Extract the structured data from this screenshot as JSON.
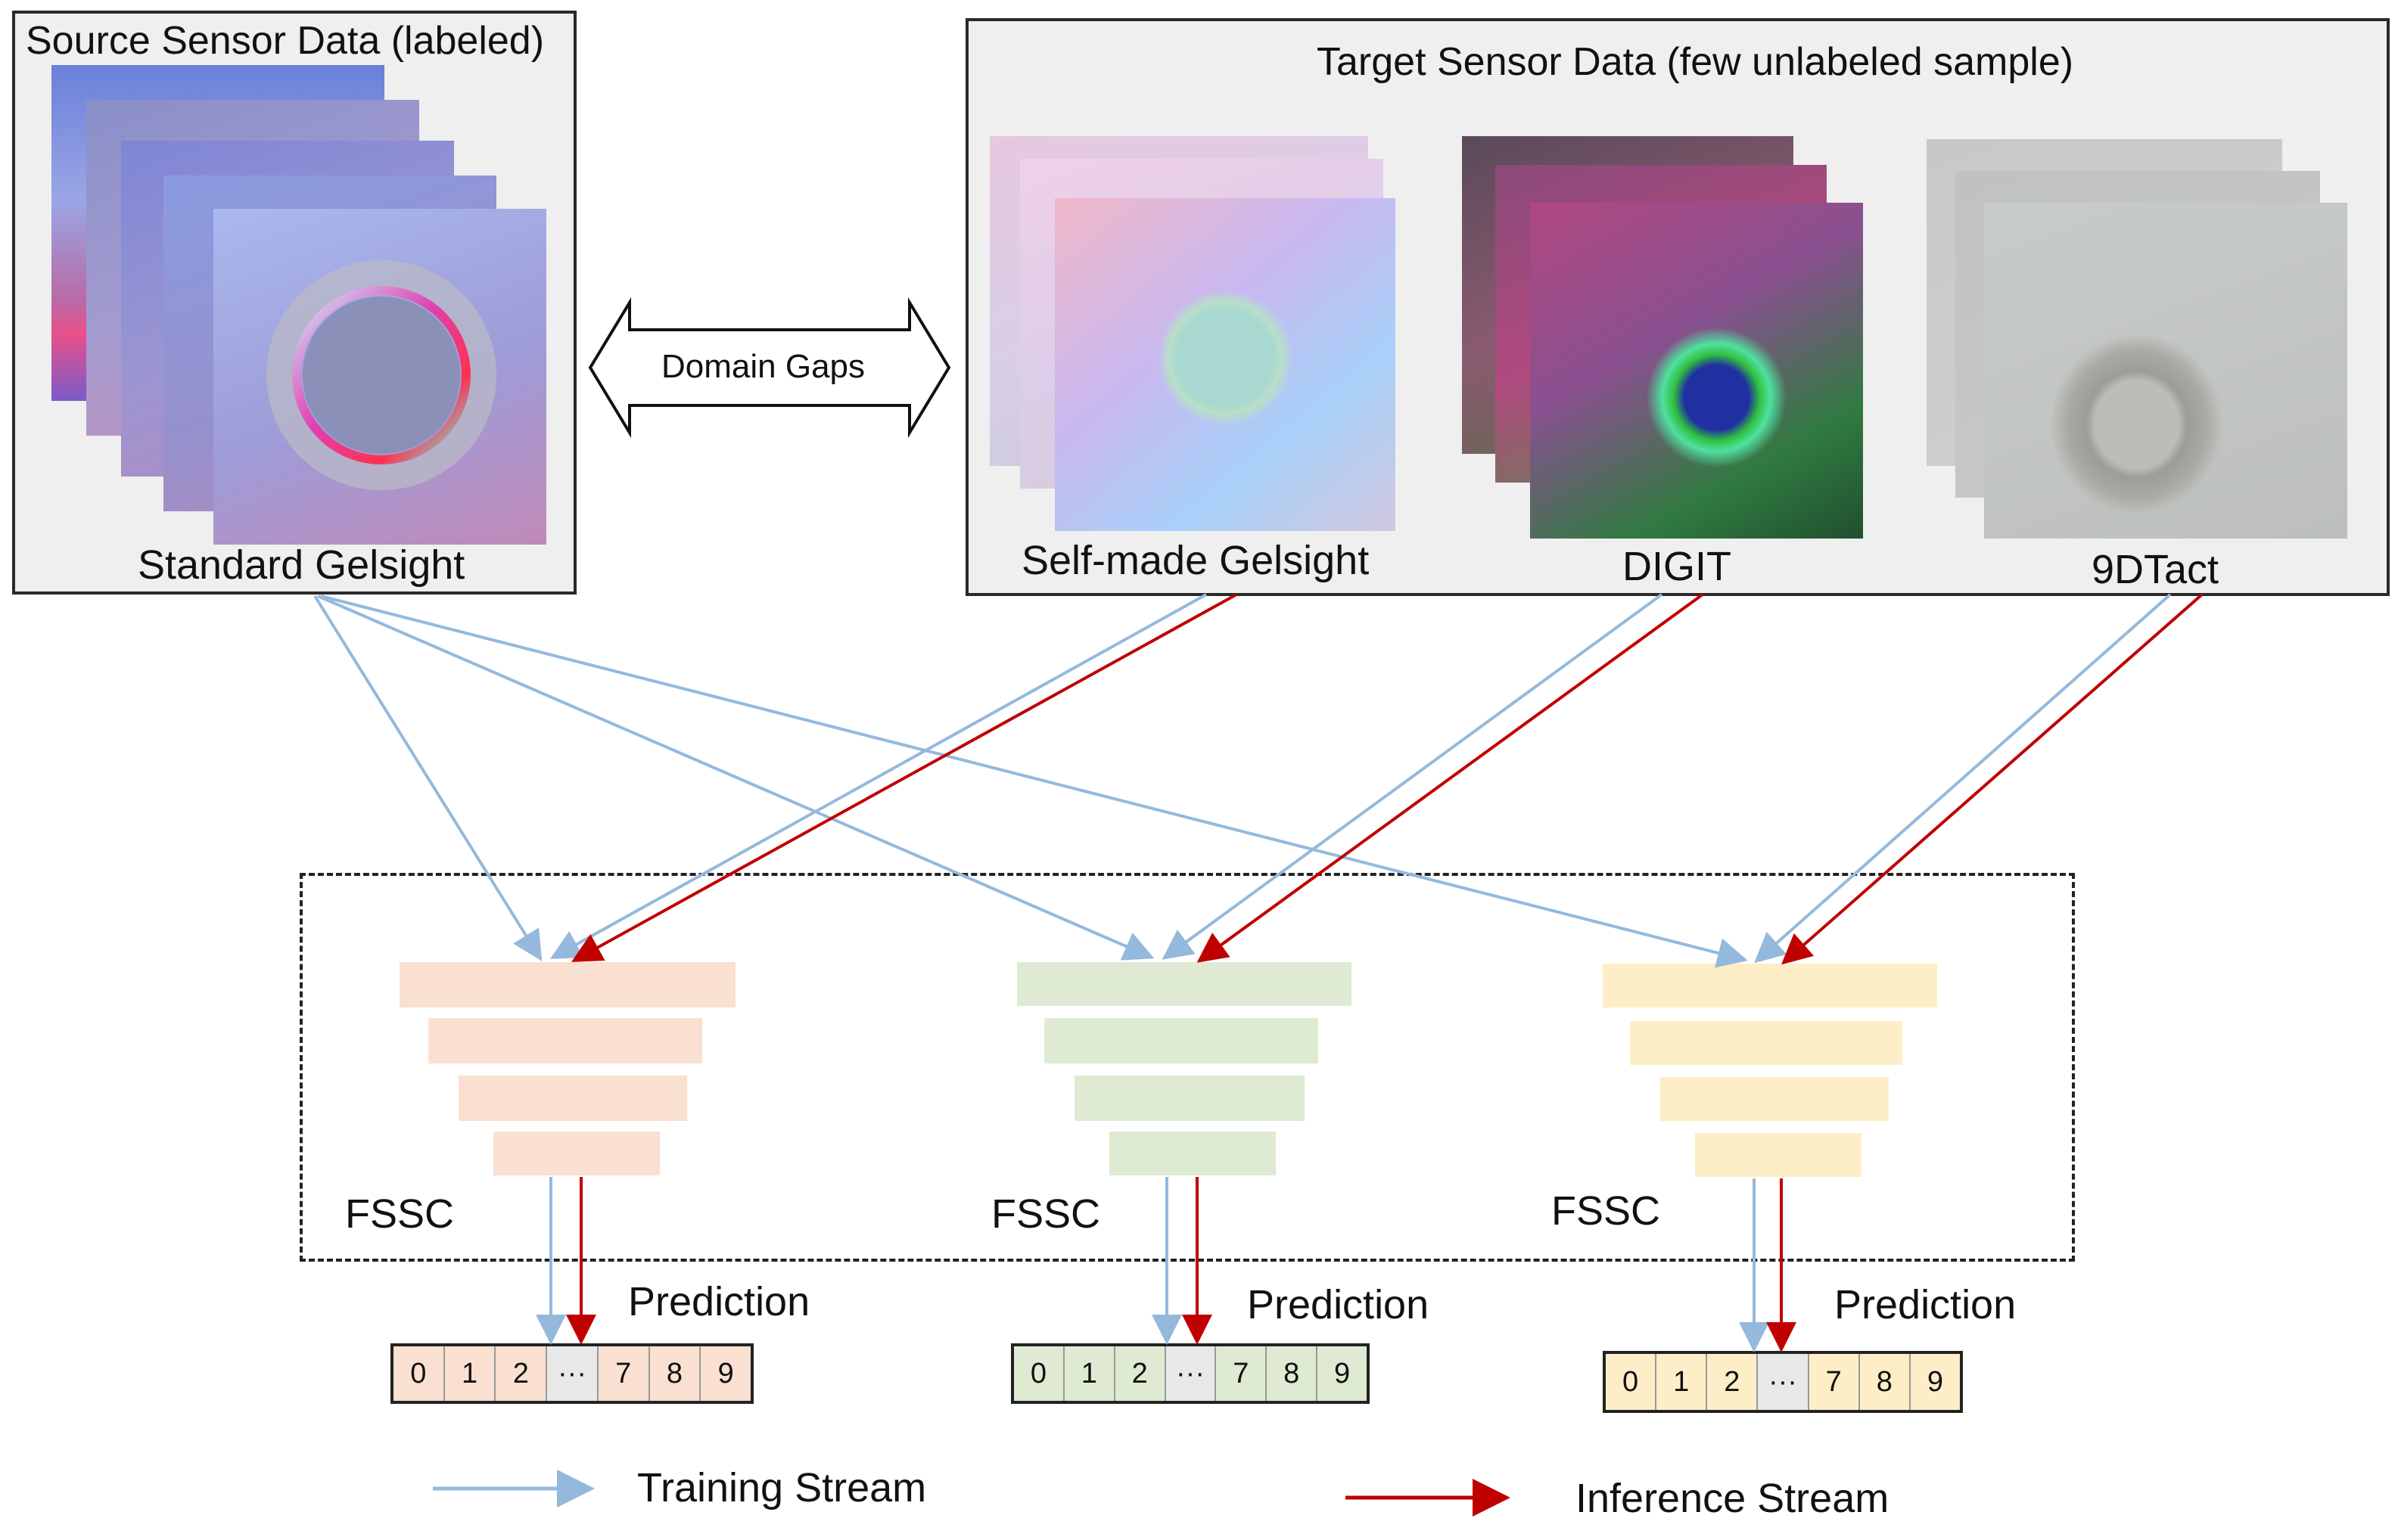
{
  "source_panel": {
    "title": "Source Sensor Data (labeled)",
    "sensor_label": "Standard Gelsight"
  },
  "domain_gap_label": "Domain Gaps",
  "target_panel": {
    "title": "Target Sensor Data (few unlabeled sample)",
    "sensors": [
      {
        "label": "Self-made Gelsight"
      },
      {
        "label": "DIGIT"
      },
      {
        "label": "9DTact"
      }
    ]
  },
  "branches": [
    {
      "fssc_label": "FSSC",
      "prediction_label": "Prediction",
      "color": "#f9e0d0",
      "classes": [
        "0",
        "1",
        "2",
        "···",
        "7",
        "8",
        "9"
      ]
    },
    {
      "fssc_label": "FSSC",
      "prediction_label": "Prediction",
      "color": "#dfead3",
      "classes": [
        "0",
        "1",
        "2",
        "···",
        "7",
        "8",
        "9"
      ]
    },
    {
      "fssc_label": "FSSC",
      "prediction_label": "Prediction",
      "color": "#fdeec7",
      "classes": [
        "0",
        "1",
        "2",
        "···",
        "7",
        "8",
        "9"
      ]
    }
  ],
  "legend": {
    "training_label": "Training Stream",
    "inference_label": "Inference Stream",
    "training_color": "#94b9dd",
    "inference_color": "#c00000"
  }
}
